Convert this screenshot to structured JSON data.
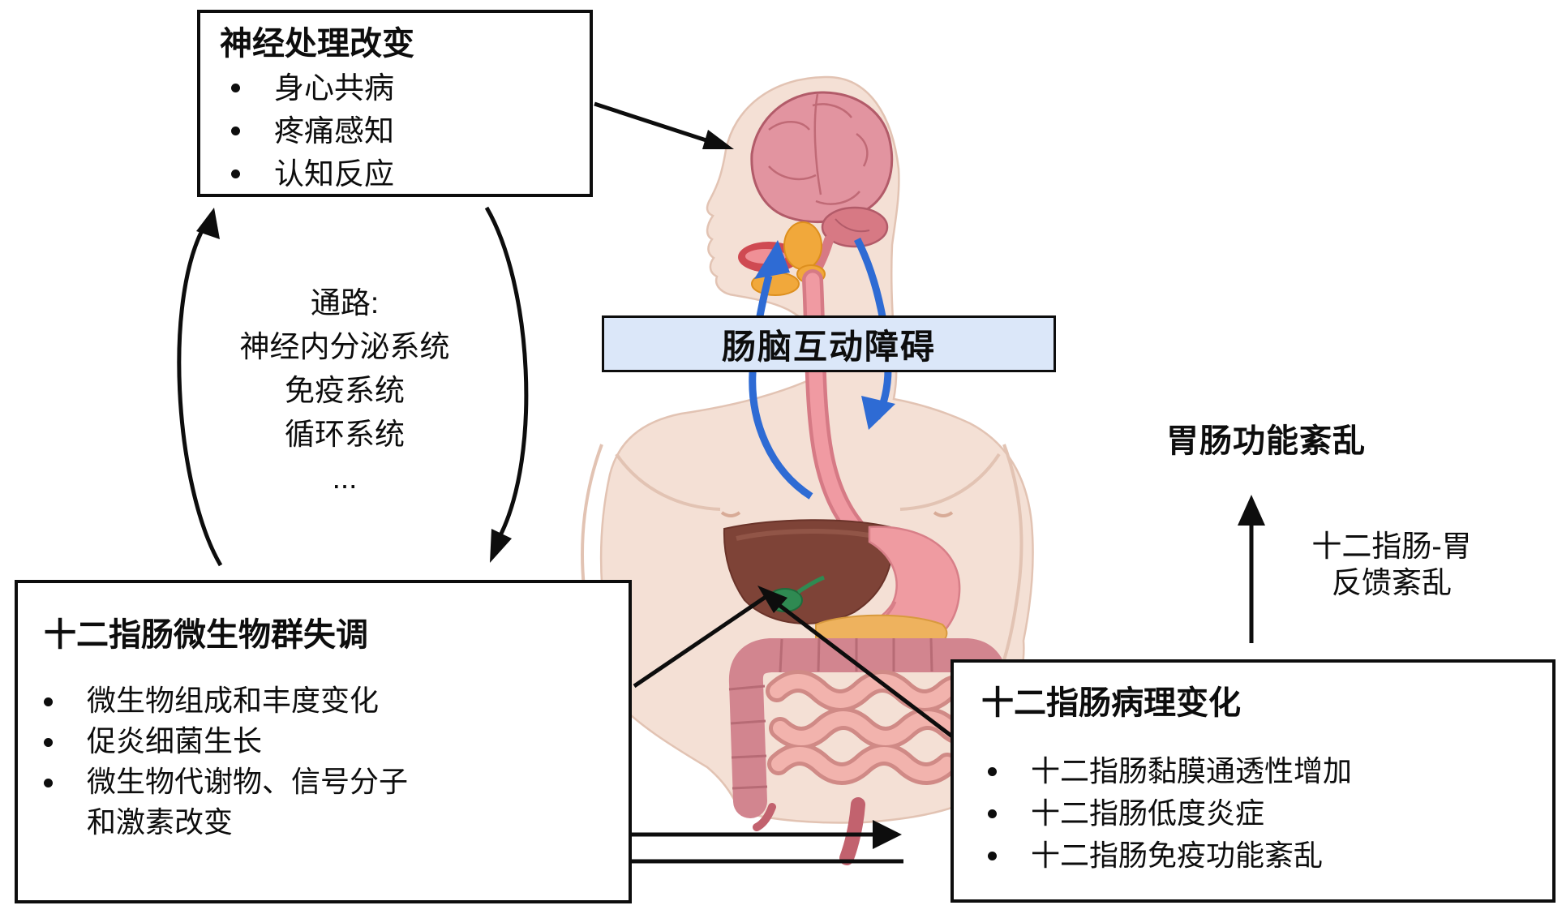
{
  "banner": {
    "label": "肠脑互动障碍",
    "bg_color": "#dbe7f9"
  },
  "neural_box": {
    "title": "神经处理改变",
    "bullets": [
      "身心共病",
      "疼痛感知",
      "认知反应"
    ]
  },
  "pathways": {
    "lines": [
      "通路:",
      "神经内分泌系统",
      "免疫系统",
      "循环系统",
      "..."
    ]
  },
  "microbiota_box": {
    "title": "十二指肠微生物群失调",
    "bullets": [
      "微生物组成和丰度变化",
      "促炎细菌生长",
      "微生物代谢物、信号分子\n和激素改变"
    ]
  },
  "pathology_box": {
    "title": "十二指肠病理变化",
    "bullets": [
      "十二指肠黏膜通透性增加",
      "十二指肠低度炎症",
      "十二指肠免疫功能紊乱"
    ]
  },
  "right_labels": {
    "gi_disorder": "胃肠功能紊乱",
    "feedback_line1": "十二指肠-胃",
    "feedback_line2": "反馈紊乱"
  },
  "icons": {
    "body_illustration": "human-body-gut-brain-illustration",
    "microbiota_circle": "microbiota-magnifier-illustration",
    "intestine_cartoon": "intestine-cartoon-illustration",
    "duodenum_cartoon": "duodenum-cartoon-illustration"
  },
  "colors": {
    "arrow_black": "#0d0d0d",
    "arrow_blue": "#2e6bd4",
    "banner_bg": "#dbe7f9",
    "skin": "#f4e0d5",
    "brain": "#e294a0",
    "liver": "#7e4337",
    "stomach": "#ef9ba1",
    "intestine": "#d2858f"
  }
}
